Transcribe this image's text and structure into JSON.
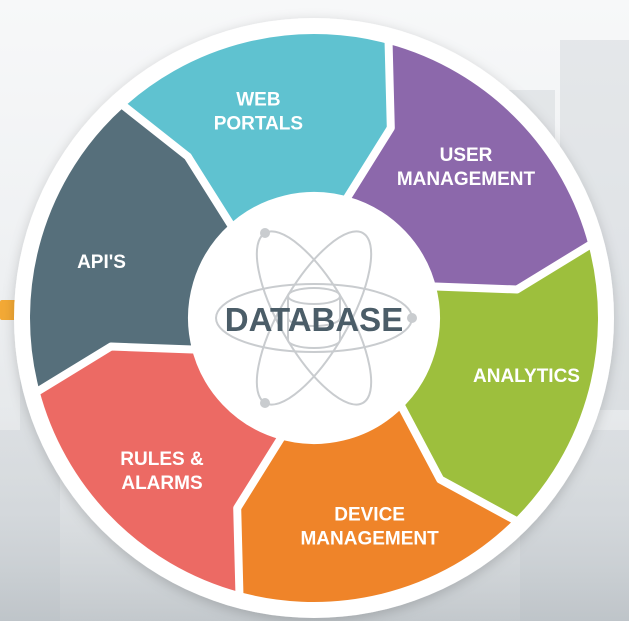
{
  "center": {
    "label": "DATABASE",
    "icon": "atom-database-icon",
    "color": "#4b5d68"
  },
  "segments": [
    {
      "id": "web-portals",
      "lines": [
        "WEB",
        "PORTALS"
      ],
      "color": "#5fc2d0"
    },
    {
      "id": "user-management",
      "lines": [
        "USER",
        "MANAGEMENT"
      ],
      "color": "#8c68ab"
    },
    {
      "id": "analytics",
      "lines": [
        "ANALYTICS"
      ],
      "color": "#9dbf3d"
    },
    {
      "id": "device-management",
      "lines": [
        "DEVICE",
        "MANAGEMENT"
      ],
      "color": "#ef8429"
    },
    {
      "id": "rules-alarms",
      "lines": [
        "RULES &",
        "ALARMS"
      ],
      "color": "#ec6a64"
    },
    {
      "id": "apis",
      "lines": [
        "API'S"
      ],
      "color": "#566f7b"
    }
  ],
  "accent_color": "#f3a935"
}
